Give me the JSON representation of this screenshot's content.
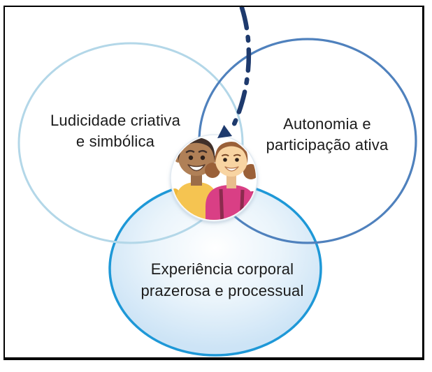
{
  "figure": {
    "type": "venn-diagram",
    "circles": {
      "left": {
        "line1": "Ludicidade criativa",
        "line2": "e simbólica",
        "stroke": "#b3d7e8"
      },
      "right": {
        "line1": "Autonomia e",
        "line2": "participação ativa",
        "stroke": "#4f81bd"
      },
      "bottom": {
        "line1": "Experiência corporal",
        "line2": "prazerosa e processual",
        "stroke": "#1e98d7",
        "fill_center": "#ffffff",
        "fill_mid": "#eaf4fb",
        "fill_edge": "#cde4f6"
      }
    },
    "arrow": {
      "color": "#1e3a6d",
      "style": "dash-dot"
    },
    "badge": {
      "fill": "#ffffff",
      "rim": "#e3ebf2"
    },
    "frame_color": "#000000"
  }
}
